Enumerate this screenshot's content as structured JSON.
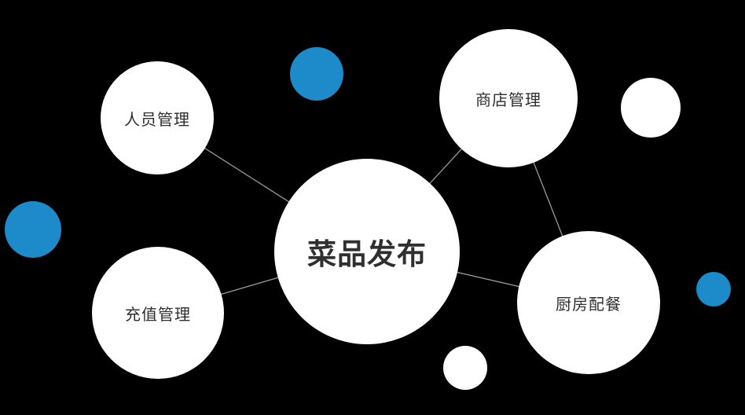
{
  "theme": {
    "bg": "#000000",
    "node_fill": "#ffffff",
    "accent_blue": "#1d8bc9",
    "line_color": "#9a9a9a",
    "text_color": "#2f2f2f"
  },
  "diagram": {
    "type": "bubble-mindmap",
    "center": {
      "id": "dish-publish",
      "label": "菜品发布"
    },
    "nodes": [
      {
        "id": "personnel-management",
        "label": "人员管理"
      },
      {
        "id": "store-management",
        "label": "商店管理"
      },
      {
        "id": "recharge-management",
        "label": "充值管理"
      },
      {
        "id": "kitchen-catering",
        "label": "厨房配餐"
      }
    ],
    "connections": [
      {
        "from": "dish-publish",
        "to": "personnel-management"
      },
      {
        "from": "dish-publish",
        "to": "store-management"
      },
      {
        "from": "dish-publish",
        "to": "recharge-management"
      },
      {
        "from": "dish-publish",
        "to": "kitchen-catering"
      },
      {
        "from": "store-management",
        "to": "kitchen-catering"
      }
    ],
    "decorations": [
      {
        "id": "decor-blue-top",
        "color": "#1d8bc9"
      },
      {
        "id": "decor-blue-left",
        "color": "#1d8bc9"
      },
      {
        "id": "decor-blue-right",
        "color": "#1d8bc9"
      },
      {
        "id": "decor-white-topright",
        "color": "#ffffff"
      },
      {
        "id": "decor-white-bottom",
        "color": "#ffffff"
      }
    ]
  }
}
